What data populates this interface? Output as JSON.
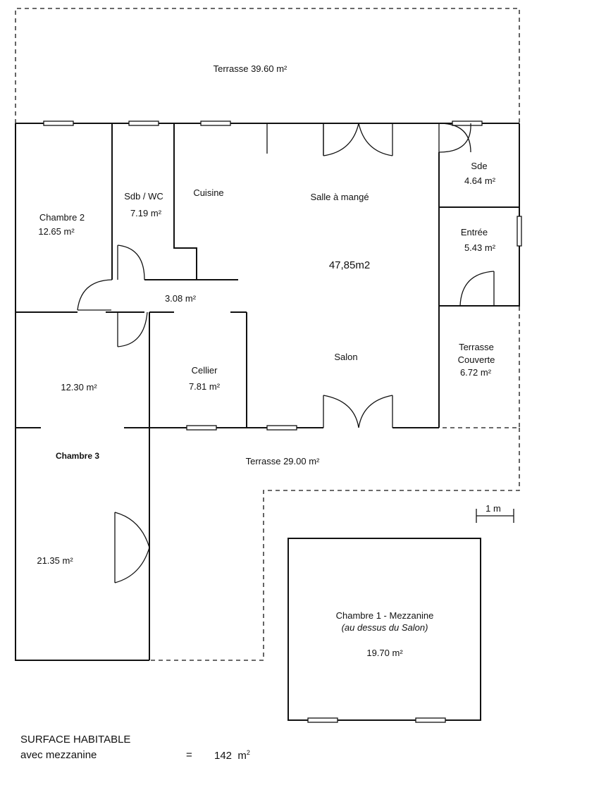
{
  "rooms": {
    "terrasse_top": {
      "label": "Terrasse 39.60 m²"
    },
    "chambre2": {
      "name": "Chambre 2",
      "area": "12.65 m²"
    },
    "sdb": {
      "name": "Sdb / WC",
      "area": "7.19 m²"
    },
    "cuisine": {
      "name": "Cuisine"
    },
    "salle": {
      "name": "Salle à mangé"
    },
    "sejour_area": "47,85m2",
    "salon": {
      "name": "Salon"
    },
    "sde": {
      "name": "Sde",
      "area": "4.64 m²"
    },
    "entree": {
      "name": "Entrée",
      "area": "5.43 m²"
    },
    "couloir_area": "3.08 m²",
    "terrasse_couverte": {
      "line1": "Terrasse",
      "line2": "Couverte",
      "area": "6.72 m²"
    },
    "room_1230_area": "12.30 m²",
    "cellier": {
      "name": "Cellier",
      "area": "7.81 m²"
    },
    "chambre3": {
      "name": "Chambre 3",
      "area": "21.35 m²"
    },
    "terrasse_bottom": {
      "label": "Terrasse 29.00 m²"
    },
    "mezzanine": {
      "name": "Chambre 1 - Mezzanine",
      "note": "(au dessus du Salon)",
      "area": "19.70 m²"
    }
  },
  "scale": {
    "label": "1 m"
  },
  "summary": {
    "line1": "SURFACE HABITABLE",
    "line2": "avec mezzanine",
    "equals": "=",
    "value": "142",
    "unit": "m",
    "unit_sup": "2"
  }
}
